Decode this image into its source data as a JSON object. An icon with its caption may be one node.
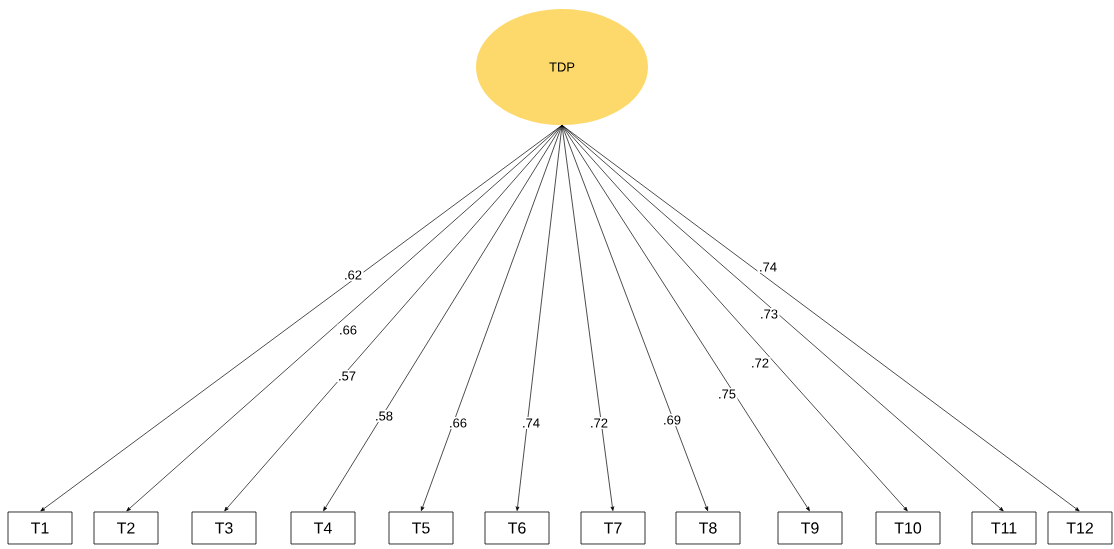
{
  "diagram": {
    "nodes": [
      {
        "text": [
          "TDP"
        ]
      },
      {
        "text": [
          "T1"
        ]
      },
      {
        "text": [
          "T2"
        ]
      },
      {
        "text": [
          "T3"
        ]
      },
      {
        "text": [
          "T4"
        ]
      },
      {
        "text": [
          "T5"
        ]
      },
      {
        "text": [
          "T6"
        ]
      },
      {
        "text": [
          "T7"
        ]
      },
      {
        "text": [
          "T8"
        ]
      },
      {
        "text": [
          "T9"
        ]
      },
      {
        "text": [
          "T10"
        ]
      },
      {
        "text": [
          "T11"
        ]
      },
      {
        "text": [
          "T12"
        ]
      }
    ],
    "edges": [
      {
        "from": 0,
        "to": 1,
        "arrow": "to",
        "label": ".62"
      },
      {
        "from": 0,
        "to": 2,
        "arrow": "to",
        "label": ".66"
      },
      {
        "from": 0,
        "to": 3,
        "arrow": "to",
        "label": ".57"
      },
      {
        "from": 0,
        "to": 4,
        "arrow": "to",
        "label": ".58"
      },
      {
        "from": 0,
        "to": 5,
        "arrow": "to",
        "label": ".66"
      },
      {
        "from": 0,
        "to": 6,
        "arrow": "to",
        "label": ".74"
      },
      {
        "from": 0,
        "to": 7,
        "arrow": "to",
        "label": ".72"
      },
      {
        "from": 0,
        "to": 8,
        "arrow": "to",
        "label": ".69"
      },
      {
        "from": 0,
        "to": 9,
        "arrow": "to",
        "label": ".75"
      },
      {
        "from": 0,
        "to": 10,
        "arrow": "to",
        "label": ".72"
      },
      {
        "from": 0,
        "to": 11,
        "arrow": "to",
        "label": ".73"
      },
      {
        "from": 0,
        "to": 12,
        "arrow": "to",
        "label": ".74"
      }
    ]
  }
}
